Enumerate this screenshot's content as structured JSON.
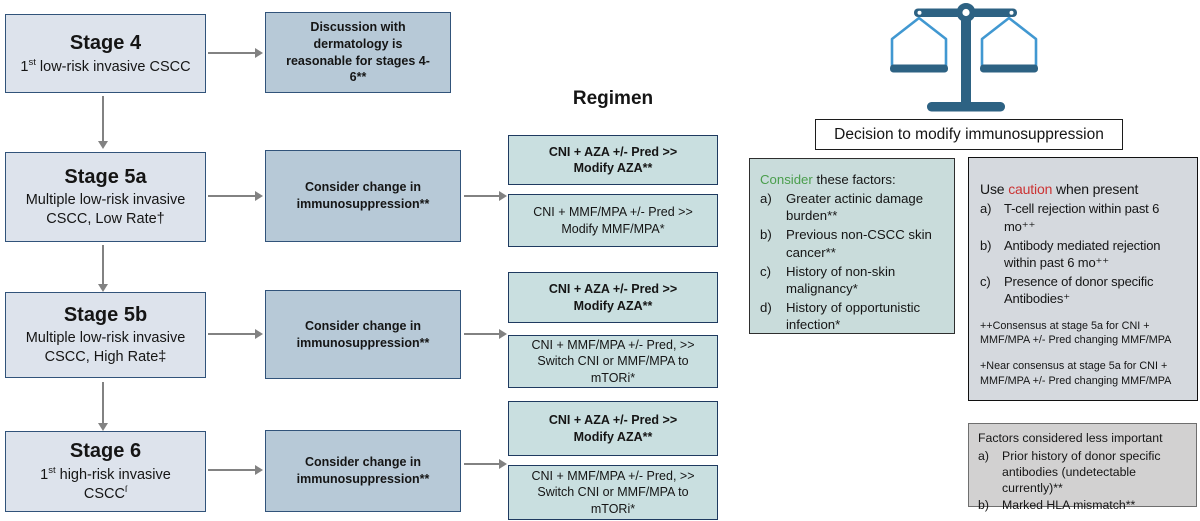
{
  "palette": {
    "stage_fill": "#dde3ec",
    "stage_border": "#31537a",
    "action_fill": "#b7c9d7",
    "regimen_fill": "#c9dfe0",
    "regimen_border": "#1f3a60",
    "factors_fill": "#c9dcdb",
    "caution_fill": "#d5d9de",
    "less_important_fill": "#d2d1d1",
    "arrow_gray": "#828282",
    "scale_dark_blue": "#2d6283",
    "scale_light_blue": "#4198d1",
    "consider_green": "#4a9e4c",
    "caution_red": "#cc3333"
  },
  "regimen_title": "Regimen",
  "stages": {
    "s4": {
      "title": "Stage 4",
      "sub_pre": "1",
      "sub_sup": "st",
      "sub_post": " low-risk invasive CSCC"
    },
    "s5a": {
      "title": "Stage 5a",
      "sub": "Multiple low-risk invasive CSCC, Low Rate†"
    },
    "s5b": {
      "title": "Stage 5b",
      "sub": "Multiple low-risk invasive CSCC, High Rate‡"
    },
    "s6": {
      "title": "Stage 6",
      "sub_pre": "1",
      "sub_sup": "st",
      "sub_post": " high-risk invasive CSCC",
      "sub_sup2": "ſ"
    }
  },
  "actions": {
    "discussion": "Discussion with dermatology is reasonable for stages 4-6**",
    "consider_change": "Consider change in immunosuppression**"
  },
  "regimens": {
    "aza_modify": "CNI + AZA +/- Pred >>\nModify AZA**",
    "mmf_modify": "CNI + MMF/MPA +/- Pred >>\nModify MMF/MPA*",
    "mmf_switch": "CNI + MMF/MPA +/- Pred, >>\nSwitch CNI or MMF/MPA to\nmTORi*"
  },
  "decision_label": "Decision to modify immunosuppression",
  "factors_box": {
    "heading_highlight": "Consider",
    "heading_rest": " these factors:",
    "items": [
      {
        "label": "a)",
        "text": "Greater actinic damage burden**"
      },
      {
        "label": "b)",
        "text": "Previous non-CSCC skin cancer**"
      },
      {
        "label": "c)",
        "text": "History of non-skin malignancy*"
      },
      {
        "label": "d)",
        "text": "History of opportunistic infection*"
      }
    ]
  },
  "caution_box": {
    "heading_pre": "Use ",
    "heading_highlight": "caution",
    "heading_post": " when present",
    "items": [
      {
        "label": "a)",
        "text": "T-cell rejection within past 6 mo⁺⁺"
      },
      {
        "label": "b)",
        "text": "Antibody mediated rejection within past 6 mo⁺⁺"
      },
      {
        "label": "c)",
        "text": "Presence of donor specific Antibodies⁺"
      }
    ],
    "footnotes": [
      "++Consensus at stage 5a for CNI + MMF/MPA +/- Pred changing MMF/MPA",
      "+Near consensus at stage 5a for CNI + MMF/MPA +/- Pred changing MMF/MPA"
    ]
  },
  "less_box": {
    "heading": "Factors considered less important",
    "items": [
      {
        "label": "a)",
        "text": "Prior history of donor specific antibodies (undetectable currently)**"
      },
      {
        "label": "b)",
        "text": "Marked HLA mismatch**"
      }
    ]
  }
}
